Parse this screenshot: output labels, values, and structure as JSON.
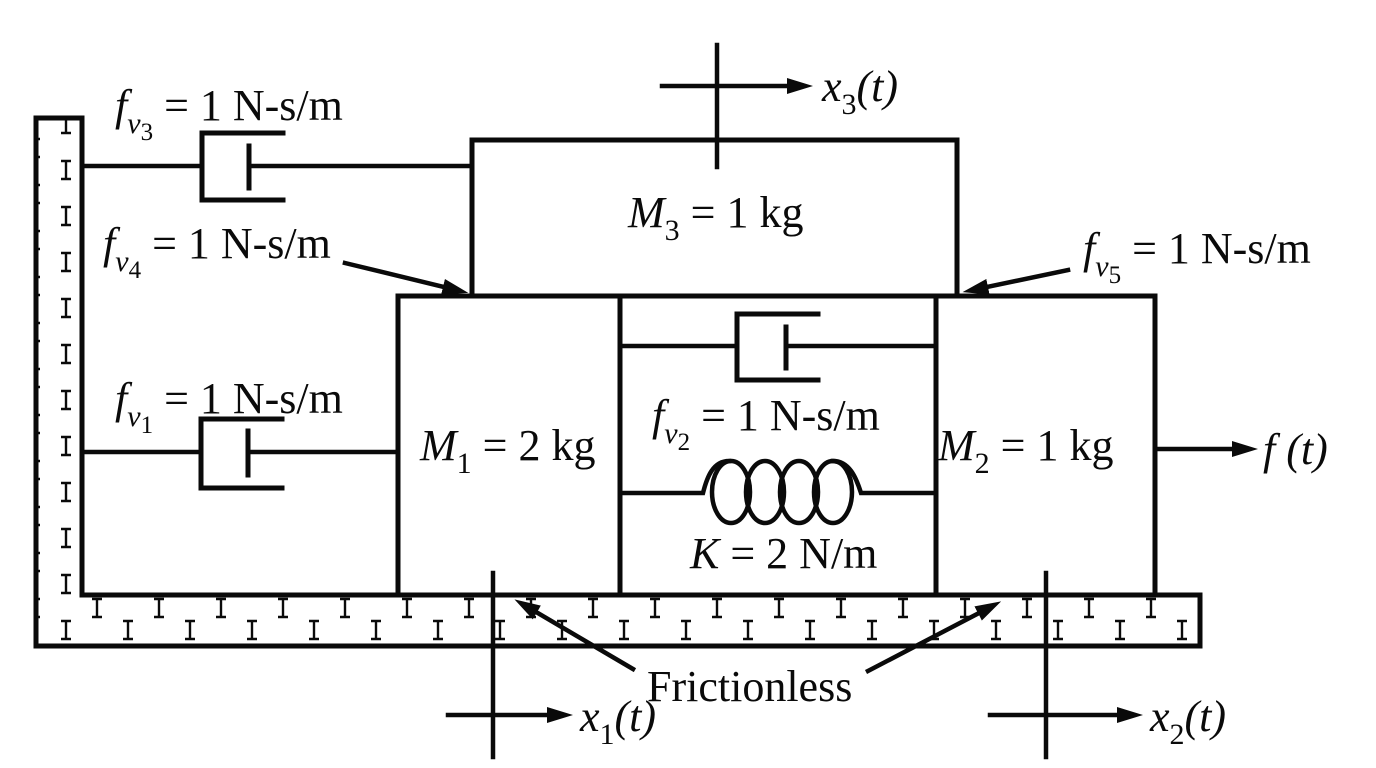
{
  "colors": {
    "ink": "#0a0a0a",
    "background": "#ffffff"
  },
  "labels": {
    "fv3": {
      "var": "f",
      "sub": "v",
      "subsub": "3",
      "rest": " = 1 N-s/m"
    },
    "fv4": {
      "var": "f",
      "sub": "v",
      "subsub": "4",
      "rest": " = 1 N-s/m"
    },
    "fv1": {
      "var": "f",
      "sub": "v",
      "subsub": "1",
      "rest": " = 1 N-s/m"
    },
    "fv2": {
      "var": "f",
      "sub": "v",
      "subsub": "2",
      "rest": " = 1 N-s/m"
    },
    "fv5": {
      "var": "f",
      "sub": "v",
      "subsub": "5",
      "rest": " = 1 N-s/m"
    },
    "m3": {
      "var": "M",
      "sub": "3",
      "rest": " = 1 kg"
    },
    "m1": {
      "var": "M",
      "sub": "1",
      "rest": " = 2 kg"
    },
    "m2": {
      "var": "M",
      "sub": "2",
      "rest": " = 1 kg"
    },
    "k": {
      "var": "K",
      "rest": " = 2 N/m"
    },
    "x3": {
      "var": "x",
      "sub": "3",
      "rest": "(t)"
    },
    "x1": {
      "var": "x",
      "sub": "1",
      "rest": "(t)"
    },
    "x2": {
      "var": "x",
      "sub": "2",
      "rest": "(t)"
    },
    "force": {
      "var": "f",
      "rest": " (t)"
    },
    "frictionless": "Frictionless"
  },
  "components": {
    "masses": [
      {
        "name": "M1",
        "value": "2 kg"
      },
      {
        "name": "M2",
        "value": "1 kg"
      },
      {
        "name": "M3",
        "value": "1 kg"
      }
    ],
    "dampers": [
      {
        "name": "fv1",
        "value": "1 N-s/m",
        "between": "wall and M1"
      },
      {
        "name": "fv2",
        "value": "1 N-s/m",
        "between": "M1 and M2"
      },
      {
        "name": "fv3",
        "value": "1 N-s/m",
        "between": "wall and M3"
      },
      {
        "name": "fv4",
        "value": "1 N-s/m",
        "between": "M1 and M3"
      },
      {
        "name": "fv5",
        "value": "1 N-s/m",
        "between": "M3 and M2"
      }
    ],
    "springs": [
      {
        "name": "K",
        "value": "2 N/m",
        "between": "M1 and M2"
      }
    ],
    "displacements": [
      "x1(t)",
      "x2(t)",
      "x3(t)"
    ],
    "force": "f (t) applied to M2",
    "surface": "Frictionless"
  }
}
